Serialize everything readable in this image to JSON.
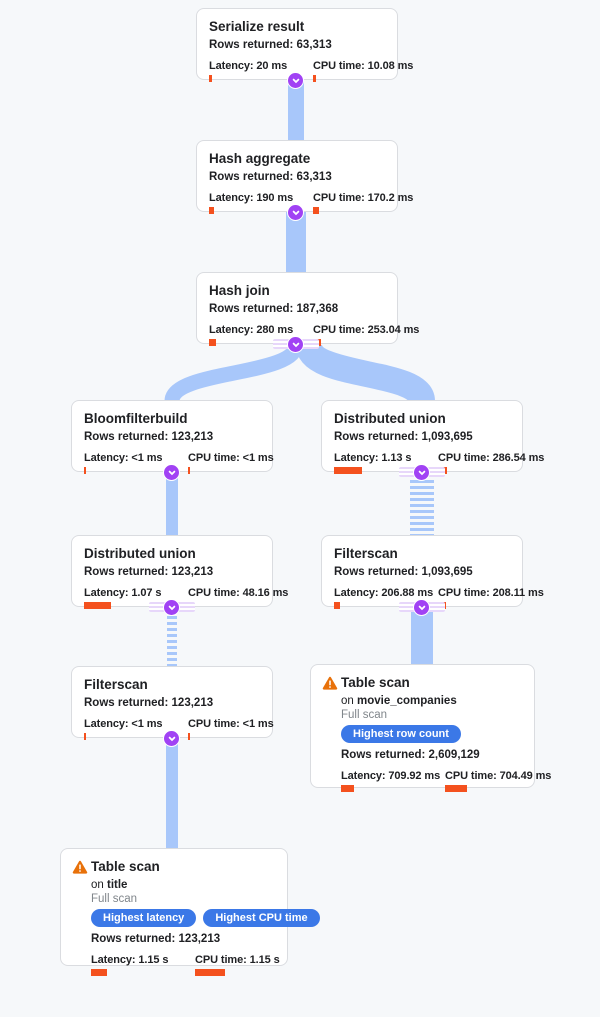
{
  "diagram": {
    "type": "query-execution-plan",
    "background": "#f6f8fa"
  },
  "colors": {
    "edge_blue": "#a8c7fa",
    "connector_purple": "#a142f4",
    "metric_bar_orange": "#f4511e",
    "badge_blue": "#3b78e7",
    "warning_orange": "#e8710a",
    "card_border": "#dadce0",
    "text": "#202124",
    "muted_text": "#80868b"
  },
  "icons": {
    "connector": "chevron-down-icon",
    "warning": "warning-triangle-icon"
  },
  "nodes": [
    {
      "title": "Serialize result",
      "rows": "Rows returned: 63,313",
      "latency": "Latency: 20 ms",
      "cpu": "CPU time: 10.08 ms",
      "latency_bar": 3,
      "cpu_bar": 3
    },
    {
      "title": "Hash aggregate",
      "rows": "Rows returned: 63,313",
      "latency": "Latency: 190 ms",
      "cpu": "CPU time: 170.2 ms",
      "latency_bar": 5,
      "cpu_bar": 6
    },
    {
      "title": "Hash join",
      "rows": "Rows returned: 187,368",
      "latency": "Latency: 280 ms",
      "cpu": "CPU time: 253.04 ms",
      "latency_bar": 7,
      "cpu_bar": 8
    },
    {
      "title": "Bloomfilterbuild",
      "rows": "Rows returned: 123,213",
      "latency": "Latency: <1 ms",
      "cpu": "CPU time: <1 ms",
      "latency_bar": 2,
      "cpu_bar": 2
    },
    {
      "title": "Distributed union",
      "rows": "Rows returned: 1,093,695",
      "latency": "Latency: 1.13 s",
      "cpu": "CPU time: 286.54 ms",
      "latency_bar": 28,
      "cpu_bar": 9
    },
    {
      "title": "Distributed union",
      "rows": "Rows returned: 123,213",
      "latency": "Latency: 1.07 s",
      "cpu": "CPU time: 48.16 ms",
      "latency_bar": 27,
      "cpu_bar": 3
    },
    {
      "title": "Filterscan",
      "rows": "Rows returned: 1,093,695",
      "latency": "Latency: 206.88 ms",
      "cpu": "CPU time: 208.11 ms",
      "latency_bar": 6,
      "cpu_bar": 8
    },
    {
      "title": "Filterscan",
      "rows": "Rows returned: 123,213",
      "latency": "Latency: <1 ms",
      "cpu": "CPU time: <1 ms",
      "latency_bar": 2,
      "cpu_bar": 2
    },
    {
      "title": "Table scan",
      "on_prefix": "on",
      "table": "movie_companies",
      "scan_type": "Full scan",
      "badges": [
        "Highest row count"
      ],
      "rows": "Rows returned: 2,609,129",
      "latency": "Latency: 709.92 ms",
      "cpu": "CPU time: 704.49 ms",
      "latency_bar": 13,
      "cpu_bar": 22
    },
    {
      "title": "Table scan",
      "on_prefix": "on",
      "table": "title",
      "scan_type": "Full scan",
      "badges": [
        "Highest latency",
        "Highest CPU time"
      ],
      "rows": "Rows returned: 123,213",
      "latency": "Latency: 1.15 s",
      "cpu": "CPU time: 1.15 s",
      "latency_bar": 16,
      "cpu_bar": 30
    }
  ]
}
